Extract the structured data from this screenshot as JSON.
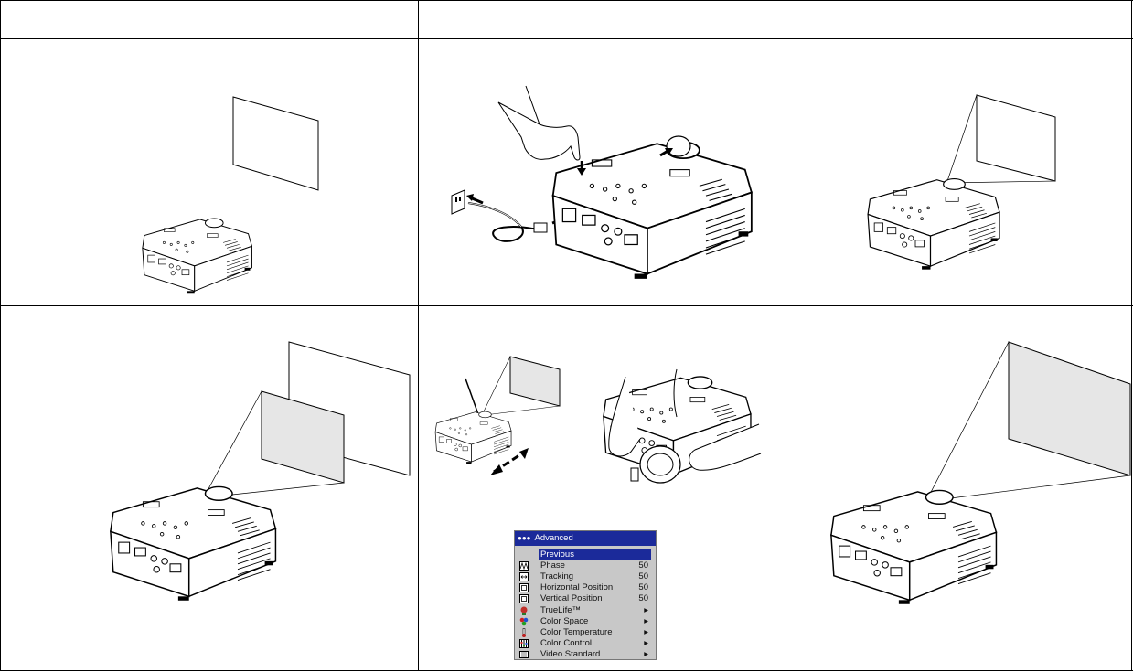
{
  "table": {
    "header_row": [
      "",
      "",
      ""
    ],
    "rows": 2,
    "columns": 3
  },
  "osd_menu": {
    "title": "Advanced",
    "items": [
      {
        "label": "Previous",
        "value": "",
        "icon": "none",
        "selected": true
      },
      {
        "label": "Phase",
        "value": "50",
        "icon": "phase-icon",
        "selected": false
      },
      {
        "label": "Tracking",
        "value": "50",
        "icon": "tracking-icon",
        "selected": false
      },
      {
        "label": "Horizontal Position",
        "value": "50",
        "icon": "horizontal-position-icon",
        "selected": false
      },
      {
        "label": "Vertical Position",
        "value": "50",
        "icon": "vertical-position-icon",
        "selected": false
      },
      {
        "label": "TrueLife™",
        "value": "▸",
        "icon": "truelife-icon",
        "selected": false
      },
      {
        "label": "Color Space",
        "value": "▸",
        "icon": "color-space-icon",
        "selected": false
      },
      {
        "label": "Color Temperature",
        "value": "▸",
        "icon": "color-temperature-icon",
        "selected": false
      },
      {
        "label": "Color Control",
        "value": "▸",
        "icon": "color-control-icon",
        "selected": false
      },
      {
        "label": "Video Standard",
        "value": "▸",
        "icon": "video-standard-icon",
        "selected": false
      }
    ],
    "colors": {
      "title_bg": "#1b2a9a",
      "menu_bg": "#c8c8c8",
      "selected_bg": "#1b2a9a"
    }
  },
  "illustrations": {
    "cell_1": "projector-and-blank-screen",
    "cell_2": "power-cord-and-power-button",
    "cell_3": "projector-projecting-onto-screen",
    "cell_4": "projector-with-two-screens",
    "cell_5": "adjust-distance-focus-and-menu",
    "cell_6": "projector-large-image"
  }
}
